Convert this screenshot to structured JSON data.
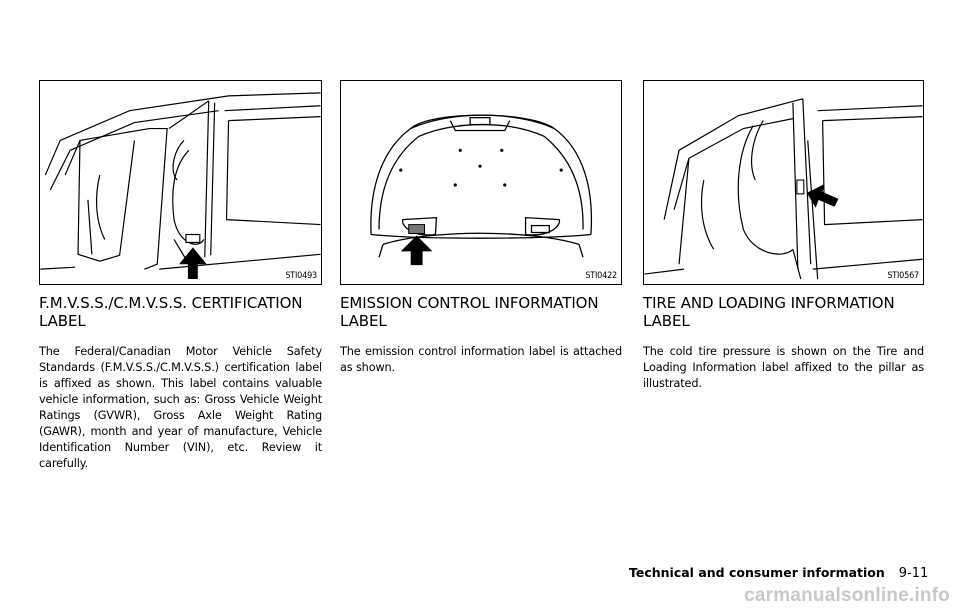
{
  "sections": [
    {
      "figure_code": "STI0493",
      "heading_line1": "F.M.V.S.S./C.M.V.S.S. CERTIFICATION",
      "heading_line2": "LABEL",
      "body": "The Federal/Canadian Motor Vehicle Safety Standards (F.M.V.S.S./C.M.V.S.S.) certification label is affixed as shown. This label contains valuable vehicle information, such as: Gross Vehicle Weight Ratings (GVWR), Gross Axle Weight Rating (GAWR), month and year of manufacture, Vehicle Identification Number (VIN), etc. Review it carefully."
    },
    {
      "figure_code": "STI0422",
      "heading_line1": "EMISSION CONTROL INFORMATION",
      "heading_line2": "LABEL",
      "body": "The emission control information label is attached as shown."
    },
    {
      "figure_code": "STI0567",
      "heading_line1": "TIRE AND LOADING INFORMATION",
      "heading_line2": "LABEL",
      "body": "The cold tire pressure is shown on the Tire and Loading Information label affixed to the pillar as illustrated."
    }
  ],
  "footer": {
    "section_title": "Technical and consumer information",
    "page_number": "9-11"
  },
  "watermark": "carmanualsonline.info"
}
